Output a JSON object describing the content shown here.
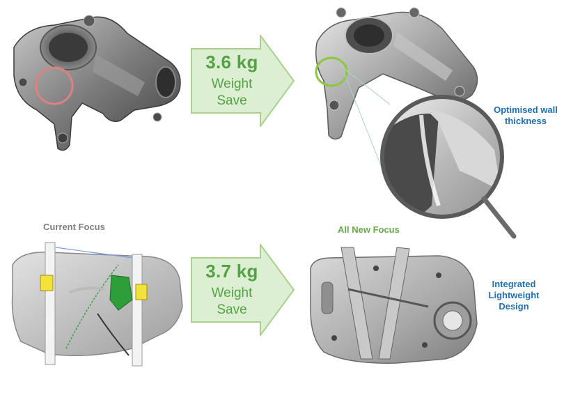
{
  "knuckle_comparison": {
    "arrow": {
      "amount": "3.6 kg",
      "line1": "Weight",
      "line2": "Save"
    },
    "callout": "Optimised wall thickness"
  },
  "door_comparison": {
    "current_label": "Current Focus",
    "new_label": "All New Focus",
    "arrow": {
      "amount": "3.7 kg",
      "line1": "Weight",
      "line2": "Save"
    },
    "callout": "Integrated Lightweight Design"
  },
  "colors": {
    "arrow_fill": "#dcefd3",
    "arrow_stroke": "#a9d08e",
    "arrow_text": "#55a146",
    "callout_text": "#1f6fb2",
    "old_highlight": "#e08080",
    "new_highlight": "#8cc63f"
  }
}
